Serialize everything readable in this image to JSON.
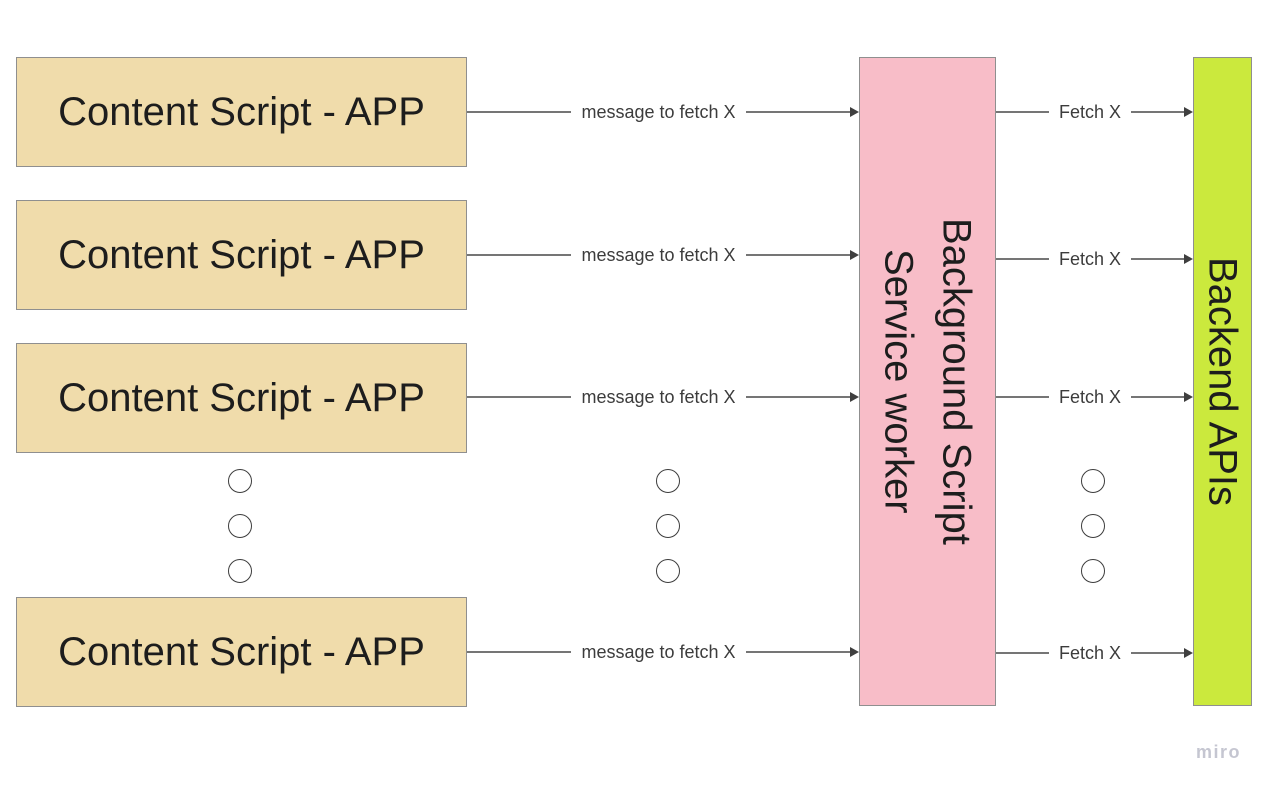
{
  "diagram": {
    "content_boxes": [
      {
        "label": "Content Script - APP"
      },
      {
        "label": "Content Script - APP"
      },
      {
        "label": "Content Script - APP"
      },
      {
        "label": "Content Script - APP"
      }
    ],
    "message_arrows": [
      {
        "label": "message to fetch X"
      },
      {
        "label": "message to fetch X"
      },
      {
        "label": "message to fetch X"
      },
      {
        "label": "message to fetch X"
      }
    ],
    "fetch_arrows": [
      {
        "label": "Fetch X"
      },
      {
        "label": "Fetch X"
      },
      {
        "label": "Fetch X"
      },
      {
        "label": "Fetch X"
      }
    ],
    "service_worker_box": {
      "line1": "Background Script",
      "line2": "Service worker"
    },
    "backend_box": {
      "label": "Backend APIs"
    },
    "watermark": "miro",
    "colors": {
      "content_box_fill": "#f0dcab",
      "service_worker_fill": "#f8bdc8",
      "backend_fill": "#cbe93d",
      "box_border": "#8f8f8f",
      "connector": "#757575",
      "label_text": "#3c3c3c",
      "box_text": "#1d1d1d",
      "watermark_text": "#c5c6d1"
    }
  }
}
